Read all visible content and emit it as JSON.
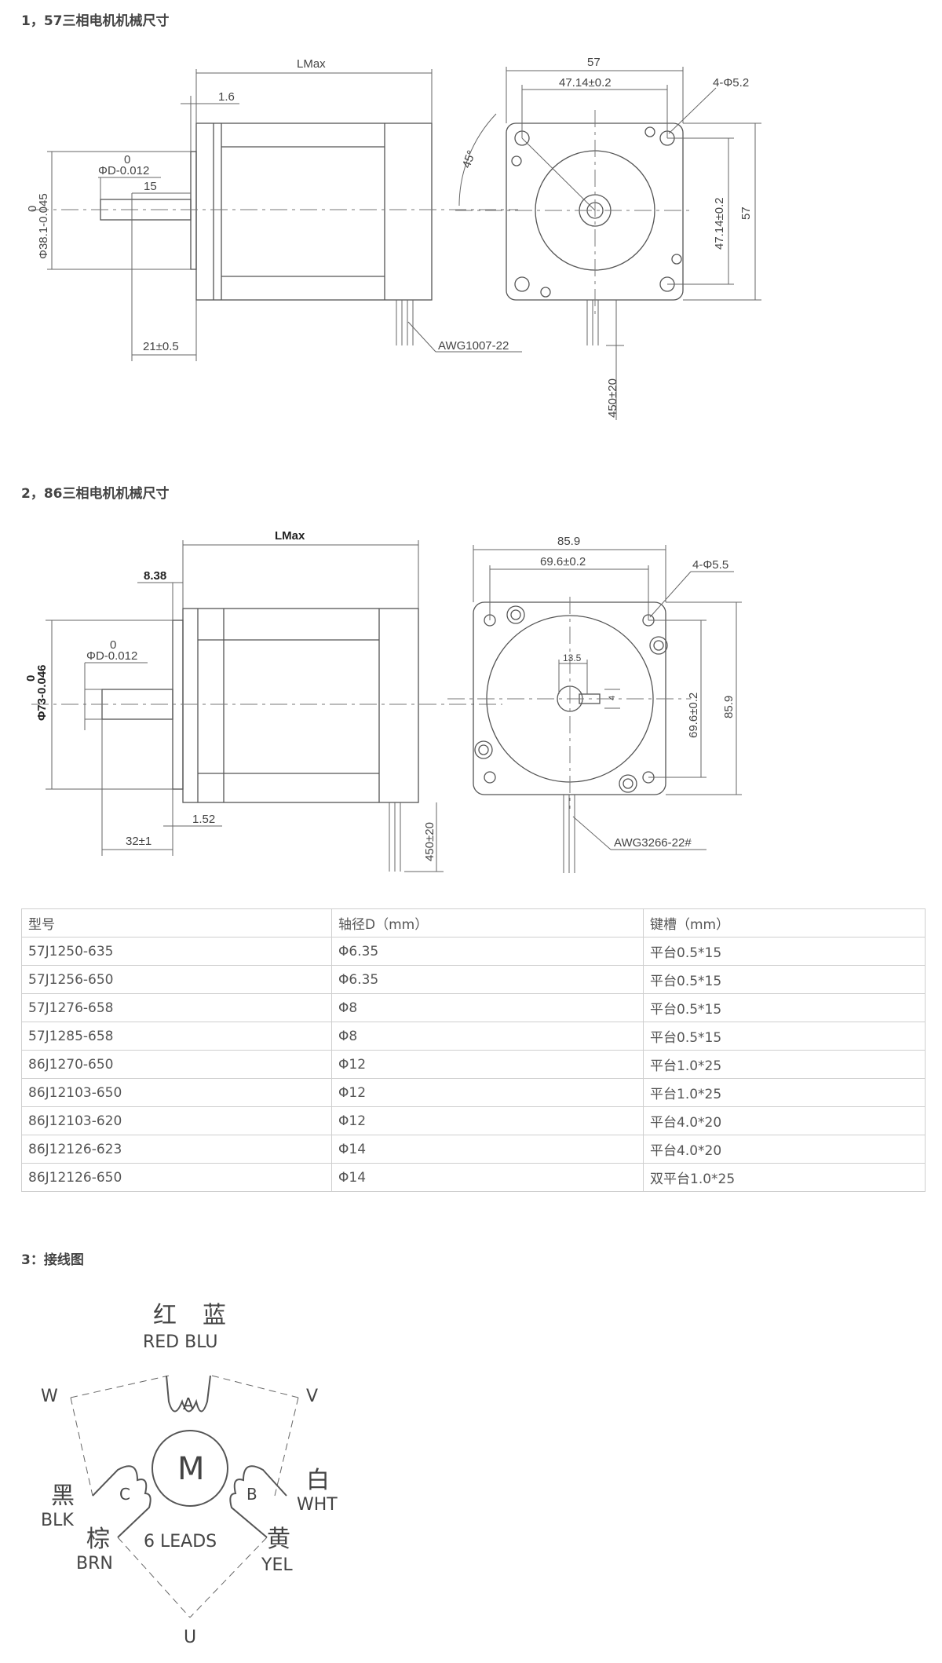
{
  "section1": {
    "title": "1，57三相电机机械尺寸",
    "dims": {
      "lmax": "LMax",
      "flange": "1.6",
      "shaft_zero": "0",
      "shaft_d": "ΦD-0.012",
      "flat_len": "15",
      "boss_zero": "0",
      "boss_d": "Φ38.1-0.045",
      "shaft_len": "21±0.5",
      "cable": "AWG1007-22",
      "width": "57",
      "hole_pitch": "47.14±0.2",
      "holes": "4-Φ5.2",
      "angle": "45°",
      "height": "57",
      "hole_pitch_v": "47.14±0.2",
      "lead_len": "450±20"
    }
  },
  "section2": {
    "title": "2，86三相电机机械尺寸",
    "dims": {
      "lmax": "LMax",
      "flange": "8.38",
      "shaft_zero": "0",
      "shaft_d": "ΦD-0.012",
      "boss_zero": "0",
      "boss_d": "Φ73-0.046",
      "step": "1.52",
      "shaft_len": "32±1",
      "lead_len": "450±20",
      "width": "85.9",
      "hole_pitch": "69.6±0.2",
      "holes": "4-Φ5.5",
      "key_w": "13.5",
      "key_d": "4",
      "hole_pitch_v": "69.6±0.2",
      "height": "85.9",
      "cable": "AWG3266-22#"
    }
  },
  "table": {
    "headers": [
      "型号",
      "轴径D（mm）",
      "键槽（mm）"
    ],
    "rows": [
      [
        "57J1250-635",
        "Φ6.35",
        "平台0.5*15"
      ],
      [
        "57J1256-650",
        "Φ6.35",
        "平台0.5*15"
      ],
      [
        "57J1276-658",
        "Φ8",
        "平台0.5*15"
      ],
      [
        "57J1285-658",
        "Φ8",
        "平台0.5*15"
      ],
      [
        "86J1270-650",
        "Φ12",
        "平台1.0*25"
      ],
      [
        "86J12103-650",
        "Φ12",
        "平台1.0*25"
      ],
      [
        "86J12103-620",
        "Φ12",
        "平台4.0*20"
      ],
      [
        "86J12126-623",
        "Φ14",
        "平台4.0*20"
      ],
      [
        "86J12126-650",
        "Φ14",
        "双平台1.0*25"
      ]
    ]
  },
  "section3": {
    "title": "3：接线图",
    "wiring": {
      "top_cn_red": "红",
      "top_cn_blue": "蓝",
      "top_en": "RED BLU",
      "phase_w": "W",
      "phase_v": "V",
      "phase_u": "U",
      "coil_a": "A",
      "coil_b": "B",
      "coil_c": "C",
      "motor": "M",
      "leads": "6 LEADS",
      "black_cn": "黑",
      "black_en": "BLK",
      "brown_cn": "棕",
      "brown_en": "BRN",
      "white_cn": "白",
      "white_en": "WHT",
      "yellow_cn": "黄",
      "yellow_en": "YEL"
    }
  }
}
